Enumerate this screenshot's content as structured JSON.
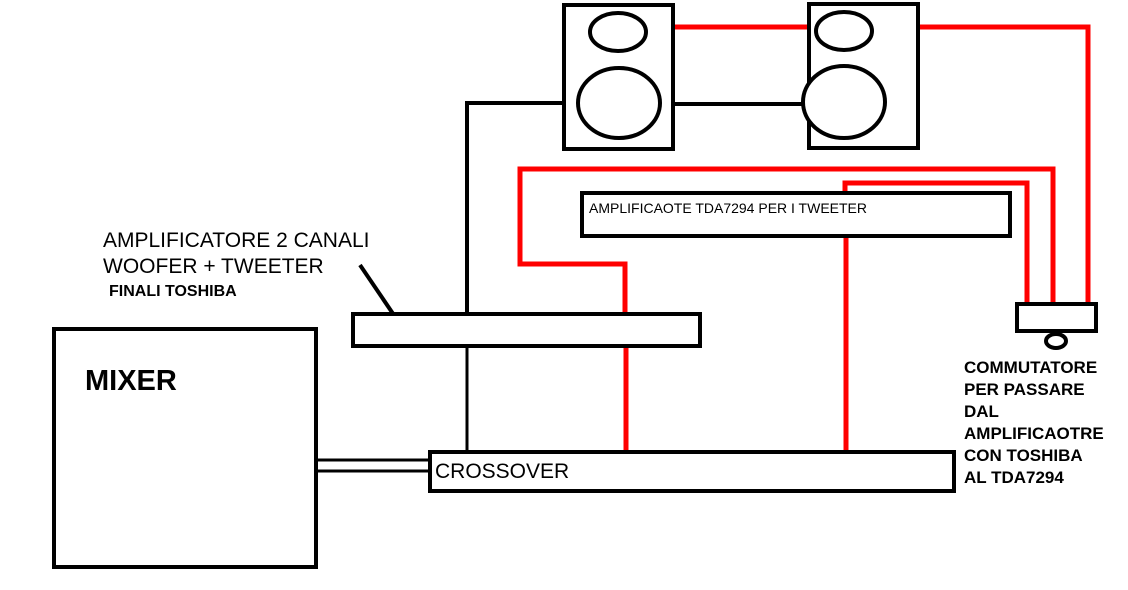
{
  "colors": {
    "black_wire": "#000000",
    "red_wire": "#ff0000",
    "background": "#ffffff"
  },
  "blocks": {
    "mixer": {
      "label": "MIXER"
    },
    "crossover": {
      "label": "CROSSOVER"
    },
    "amp_toshiba": {
      "caption_lines": [
        "AMPLIFICATORE 2 CANALI",
        "WOOFER + TWEETER",
        "FINALI TOSHIBA"
      ]
    },
    "amp_tda": {
      "label": "AMPLIFICAOTE TDA7294 PER I TWEETER"
    },
    "switch": {
      "caption_lines": [
        "COMMUTATORE",
        "PER PASSARE",
        "DAL",
        "AMPLIFICAOTRE",
        "CON TOSHIBA",
        "AL TDA7294"
      ]
    },
    "speakers": [
      {
        "name": "speaker-left",
        "drivers": [
          "tweeter",
          "woofer"
        ]
      },
      {
        "name": "speaker-right",
        "drivers": [
          "tweeter",
          "woofer"
        ]
      }
    ]
  },
  "connections": [
    {
      "from": "mixer",
      "to": "crossover",
      "type": "black",
      "kind": "double-line"
    },
    {
      "from": "crossover",
      "to": "amp_toshiba",
      "type": "black"
    },
    {
      "from": "amp_toshiba",
      "to": "speaker-left woofer",
      "type": "black"
    },
    {
      "from": "speaker-left woofer",
      "to": "speaker-right woofer",
      "type": "black"
    },
    {
      "from": "crossover",
      "to": "amp_toshiba",
      "type": "red"
    },
    {
      "from": "amp_toshiba",
      "to": "switch",
      "type": "red"
    },
    {
      "from": "crossover",
      "to": "amp_tda",
      "type": "red"
    },
    {
      "from": "amp_tda",
      "to": "switch",
      "type": "red"
    },
    {
      "from": "speaker-left tweeter",
      "to": "speaker-right tweeter",
      "type": "red"
    },
    {
      "from": "speaker-right tweeter",
      "to": "switch",
      "type": "red"
    }
  ]
}
